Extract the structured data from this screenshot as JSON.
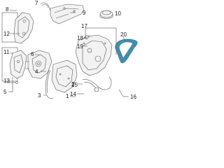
{
  "callouts": {
    "c1": "1",
    "c2": "2",
    "c3": "3",
    "c4": "4",
    "c5": "5",
    "c6": "6",
    "c7": "7",
    "c8": "8",
    "c9": "9",
    "c10": "10",
    "c11": "11",
    "c12": "12",
    "c13": "13",
    "c14": "14",
    "c15": "15",
    "c16": "16",
    "c17": "17",
    "c18": "18",
    "c19": "19",
    "c20": "20"
  },
  "colors": {
    "highlight_part": "#3f8fb0",
    "line": "#5a5a5a"
  }
}
